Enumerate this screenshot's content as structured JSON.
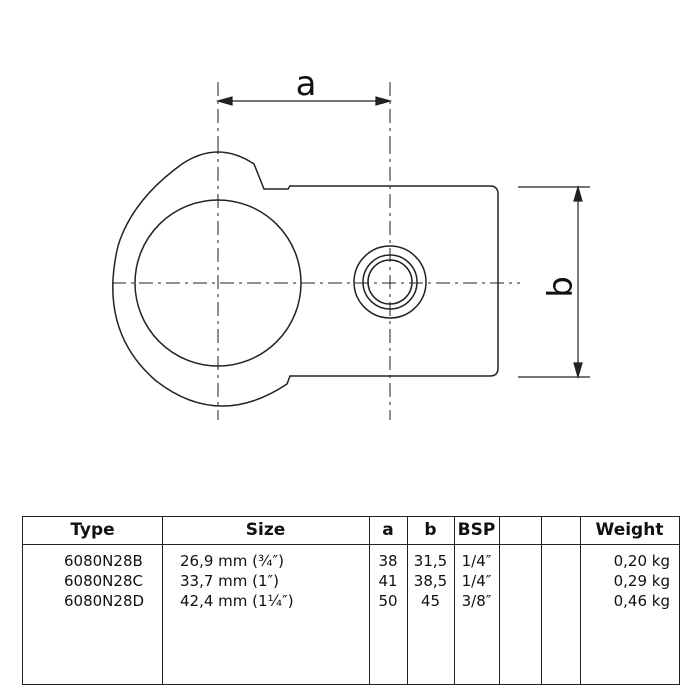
{
  "dimensions": {
    "a": "a",
    "b": "b"
  },
  "table": {
    "headers": {
      "type": "Type",
      "size": "Size",
      "a": "a",
      "b": "b",
      "bsp": "BSP",
      "weight": "Weight"
    },
    "rows": [
      {
        "type": "6080N28B",
        "size": "26,9 mm (¾″)",
        "a": "38",
        "b": "31,5",
        "bsp": "1/4″",
        "weight": "0,20 kg"
      },
      {
        "type": "6080N28C",
        "size": "33,7 mm (1″)",
        "a": "41",
        "b": "38,5",
        "bsp": "1/4″",
        "weight": "0,29 kg"
      },
      {
        "type": "6080N28D",
        "size": "42,4 mm (1¼″)",
        "a": "50",
        "b": "45",
        "bsp": "3/8″",
        "weight": "0,46 kg"
      }
    ]
  }
}
